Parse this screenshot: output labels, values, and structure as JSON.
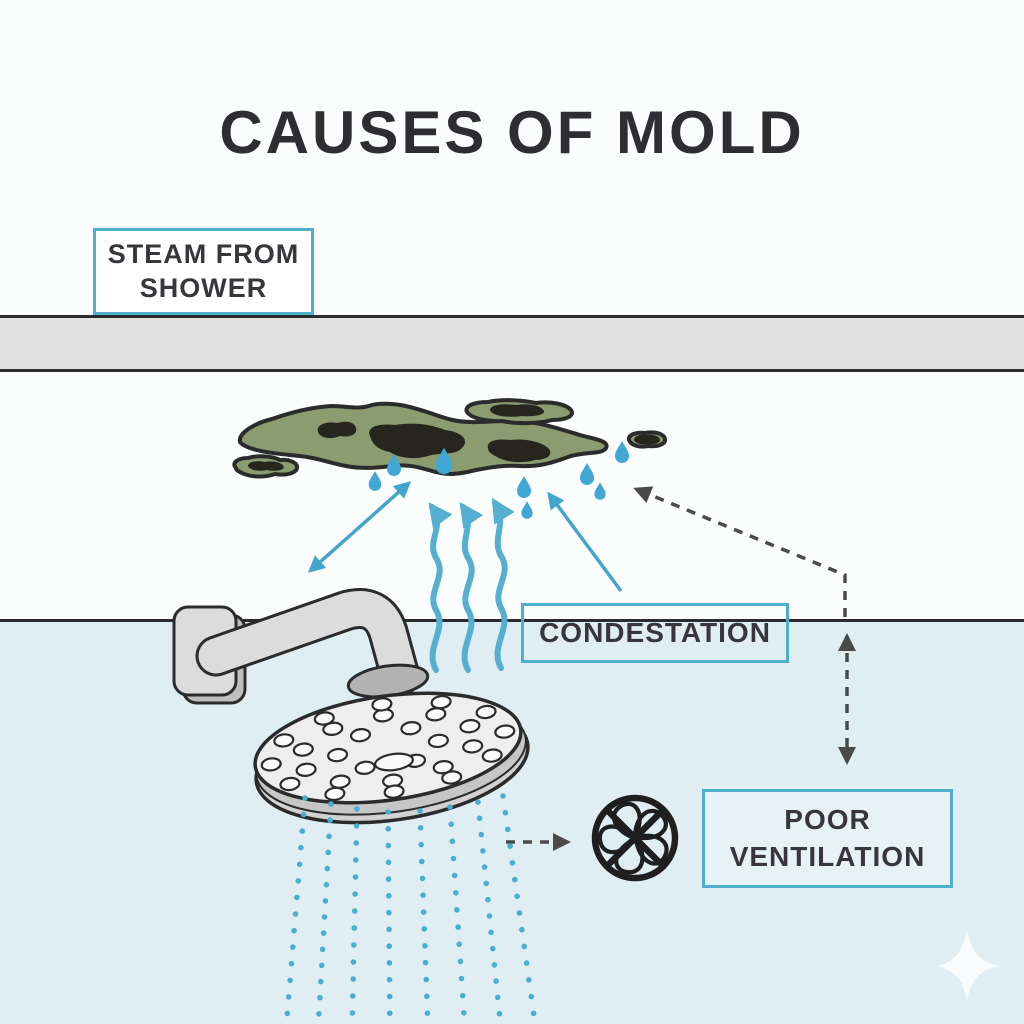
{
  "title": "CAUSES OF MOLD",
  "labels": {
    "steam_line1": "STEAM FROM",
    "steam_line2": "SHOWER",
    "condensation": "CONDESTATION",
    "ventilation_line1": "POOR",
    "ventilation_line2": "VENTILATION"
  },
  "icons": {
    "no_fan": "no-ventilation-fan-icon",
    "sparkle": "sparkle-icon",
    "shower_head": "shower-head-illustration",
    "mold": "mold-patch-illustration",
    "droplet": "water-droplet-icon",
    "steam_arrow": "steam-wave-arrow-icon"
  },
  "colors": {
    "background": "#FBFDFD",
    "wall": "#E0EEF3",
    "ceiling": "#E2E2E2",
    "outline": "#2B2B2B",
    "label-border": "#4FAEC9",
    "label-text": "#36363B",
    "title": "#2D2D32",
    "mold-green": "#8C9C71",
    "mold-dark": "#26261F",
    "droplet": "#41A7D4",
    "steam": "#55AFD0",
    "arrow-blue": "#44A5CC",
    "arrow-dark": "#4A4A4A",
    "shower-light": "#DCDCDC",
    "shower-mid": "#C6C6C6",
    "shower-face": "#EEEEEE",
    "spray": "#49AFCE",
    "fan": "#1F1F1F",
    "sparkle": "#FFFFFF"
  }
}
